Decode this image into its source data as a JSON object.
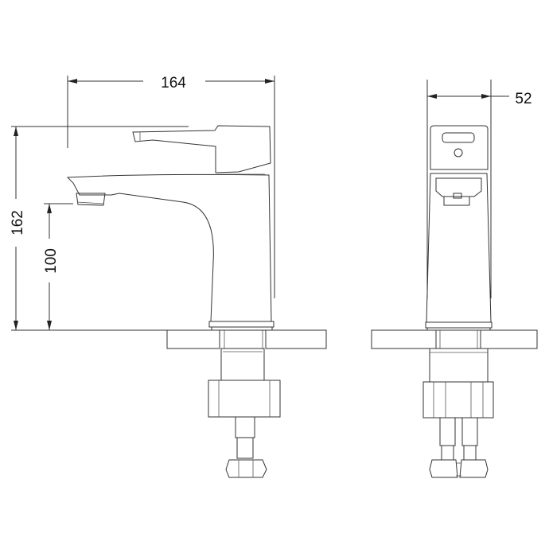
{
  "drawing": {
    "dimensions": {
      "overall_length": "164",
      "overall_height": "162",
      "spout_height": "100",
      "width": "52"
    },
    "line_color": "#333333",
    "background": "#ffffff"
  }
}
